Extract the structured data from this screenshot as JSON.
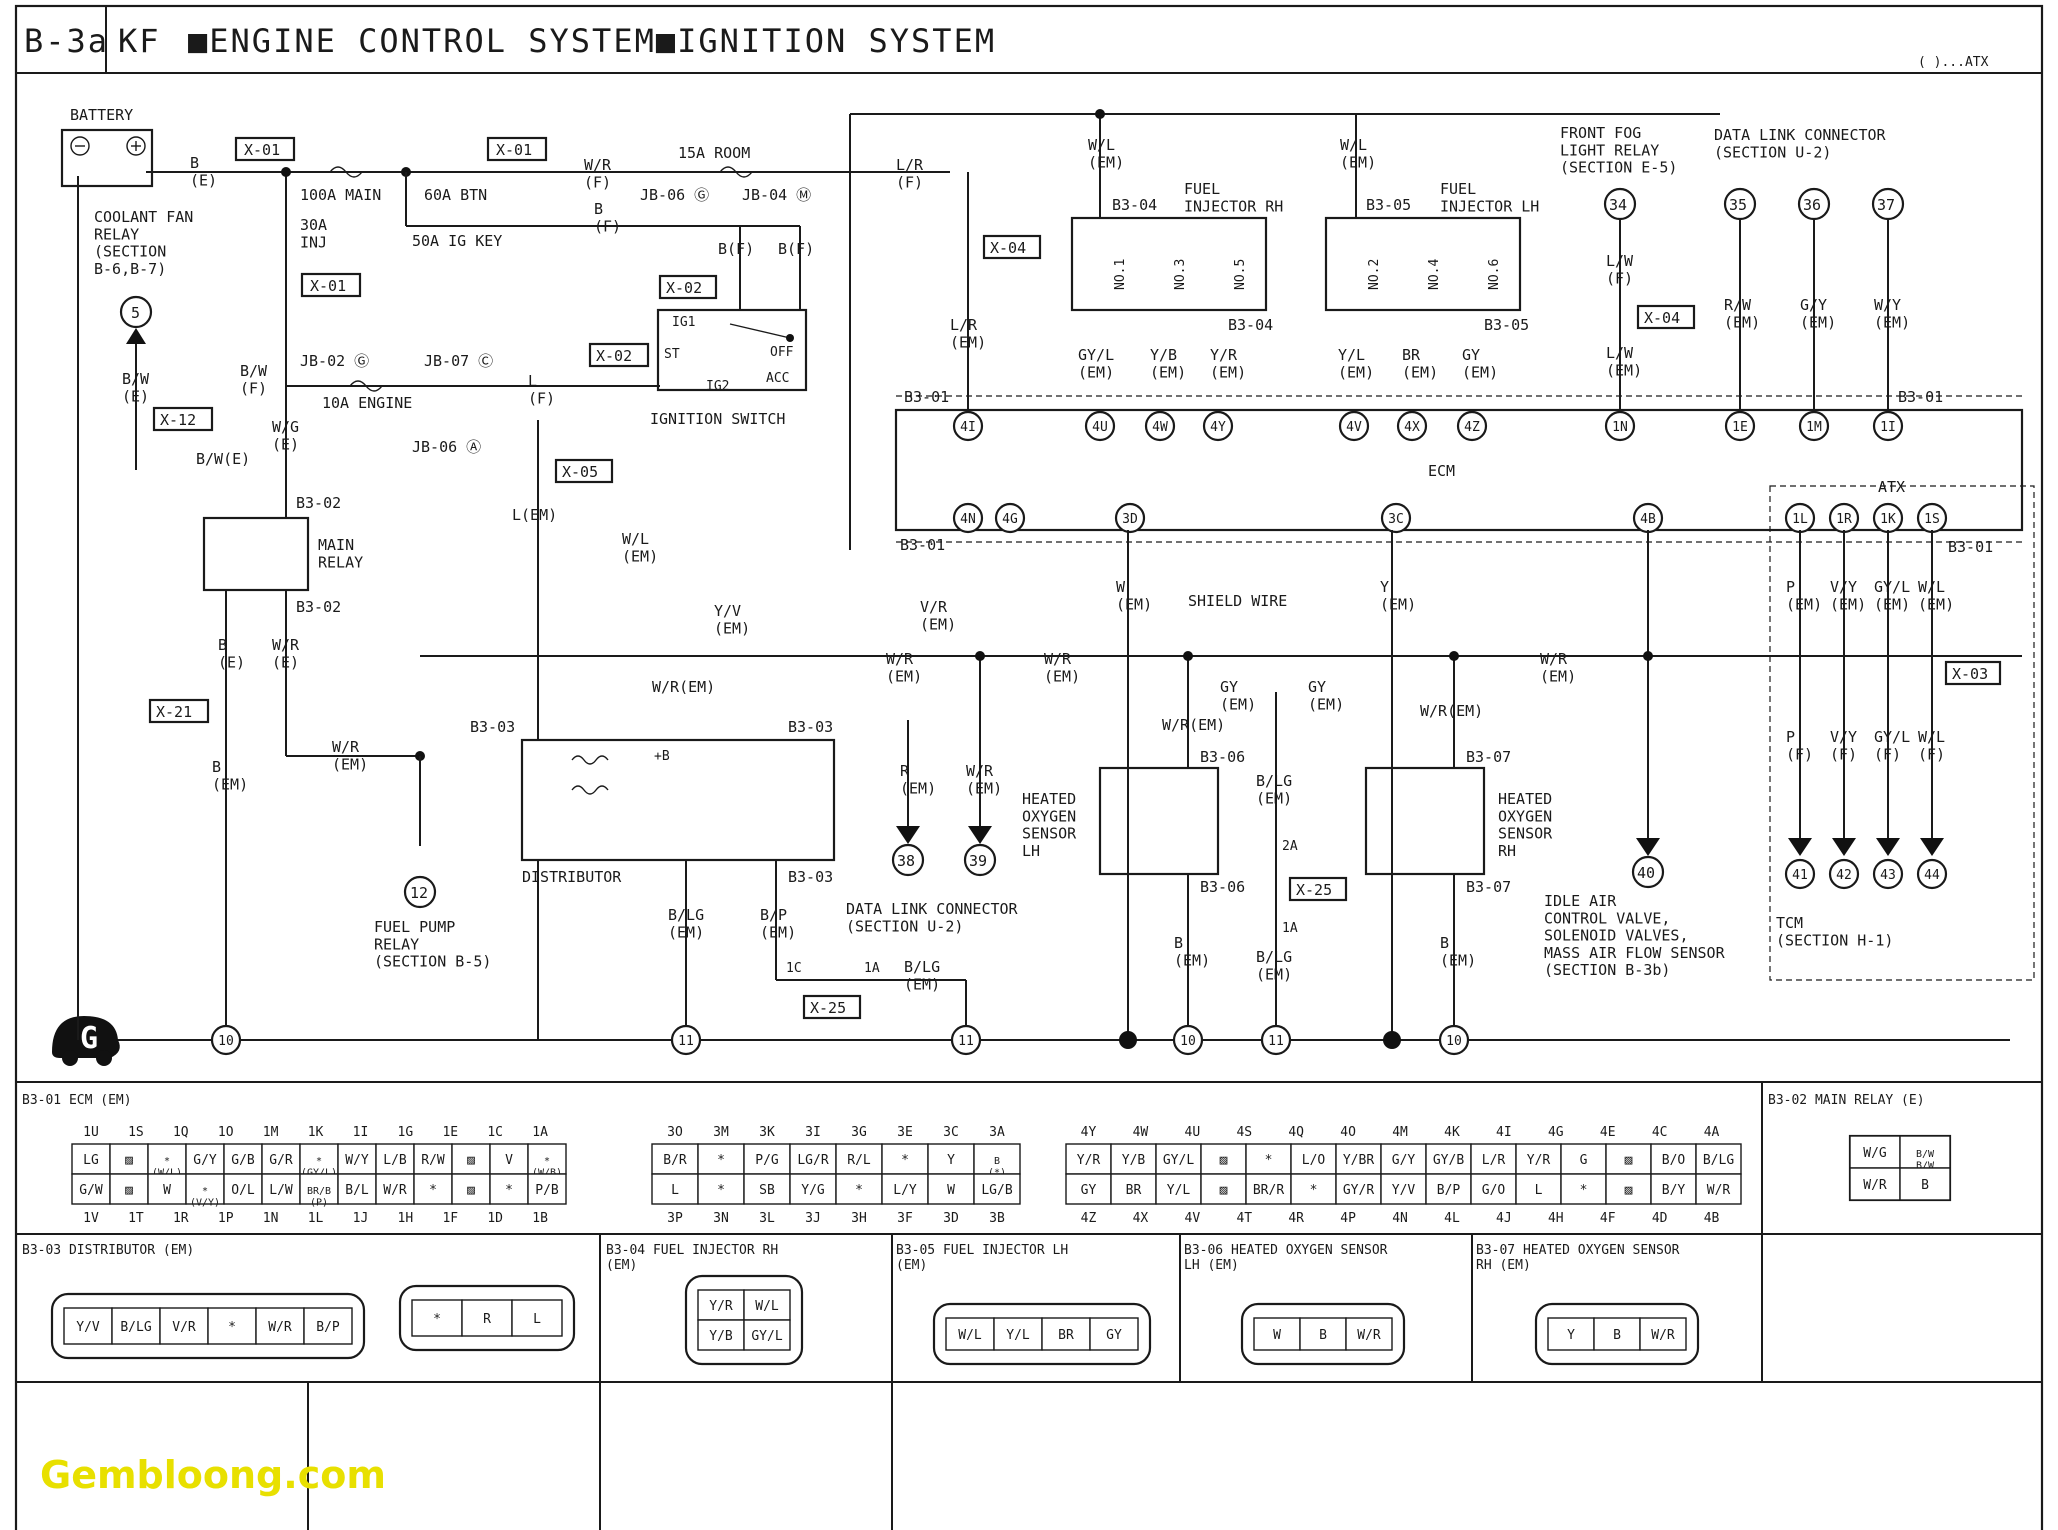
{
  "header": {
    "page_code": "B-3a",
    "model": "KF",
    "title": "■ENGINE CONTROL SYSTEM■IGNITION SYSTEM",
    "note": "( )...ATX"
  },
  "power": {
    "battery": "BATTERY",
    "b_e": "B\n(E)",
    "x01": "X-01",
    "fuse_100a": "100A MAIN",
    "fuse_30a": "30A\nINJ",
    "fuse_60a": "60A BTN",
    "fuse_50a": "50A IG KEY",
    "wr_f": "W/R\n(F)",
    "b_f": "B\n(F)",
    "fuse_15a": "15A ROOM",
    "jb06g": "JB-06 Ⓖ",
    "jb04m": "JB-04 Ⓜ",
    "lr_f": "L/R\n(F)",
    "bf1": "B(F)",
    "bf2": "B(F)",
    "x02": "X-02",
    "coolant": "COOLANT FAN\nRELAY\n(SECTION\nB-6,B-7)",
    "ignition_switch": "IGNITION SWITCH",
    "ig1": "IG1",
    "st": "ST",
    "ig2": "IG2",
    "off": "OFF",
    "acc": "ACC",
    "jb02g": "JB-02 Ⓖ",
    "jb07c": "JB-07 Ⓒ",
    "fuse_10a": "10A ENGINE",
    "jb06a": "JB-06 Ⓐ",
    "l_f": "L\n(F)",
    "x05": "X-05",
    "l_em": "L(EM)",
    "bw_e": "B/W\n(E)",
    "bw_f": "B/W\n(F)",
    "wg_e": "W/G\n(E)",
    "x12": "X-12",
    "bwe2": "B/W(E)",
    "main_relay": "MAIN\nRELAY",
    "b302": "B3-02",
    "b_e2": "B\n(E)",
    "wr_e": "W/R\n(E)",
    "x21": "X-21",
    "b_em": "B\n(EM)",
    "wr_em": "W/R\n(EM)",
    "fuel_pump": "FUEL PUMP\nRELAY\n(SECTION B-5)",
    "wl_em": "W/L\n(EM)"
  },
  "injectors": {
    "wl_em1": "W/L\n(EM)",
    "wl_em2": "W/L\n(EM)",
    "b304": "B3-04",
    "b305": "B3-05",
    "rh": "FUEL\nINJECTOR RH",
    "lh": "FUEL\nINJECTOR LH",
    "no1": "NO.1",
    "no3": "NO.3",
    "no5": "NO.5",
    "no2": "NO.2",
    "no4": "NO.4",
    "no6": "NO.6",
    "w_rh": [
      "GY/L\n(EM)",
      "Y/B\n(EM)",
      "Y/R\n(EM)"
    ],
    "w_lh": [
      "Y/L\n(EM)",
      "BR\n(EM)",
      "GY\n(EM)"
    ],
    "x04": "X-04",
    "lr_em": "L/R\n(EM)"
  },
  "ecm": {
    "label": "ECM",
    "b301": "B3-01",
    "top_pins": [
      "4I",
      "4U",
      "4W",
      "4Y",
      "4V",
      "4X",
      "4Z",
      "1N",
      "1E",
      "1M",
      "1I"
    ],
    "bottom_pins": [
      "4N",
      "4G",
      "3D",
      "3C",
      "4B",
      "1L",
      "1R",
      "1K",
      "1S"
    ],
    "atx": "ATX"
  },
  "right_top": {
    "front_fog": "FRONT FOG\nLIGHT RELAY\n(SECTION E-5)",
    "dlc": "DATA LINK CONNECTOR\n(SECTION U-2)",
    "lw_f": "L/W\n(F)",
    "lw_em": "L/W\n(EM)",
    "rw_em": "R/W\n(EM)",
    "gy_em": "G/Y\n(EM)",
    "wy_em": "W/Y\n(EM)"
  },
  "lower": {
    "distributor": "DISTRIBUTOR",
    "b303": "B3-03",
    "yv_em": "Y/V\n(EM)",
    "vr_em": "V/R\n(EM)",
    "wr_em_a": "W/R\n(EM)",
    "wrem_b": "W/R(EM)",
    "r_em": "R\n(EM)",
    "wr_em_c": "W/R\n(EM)",
    "dlc2": "DATA LINK CONNECTOR\n(SECTION U-2)",
    "blg_em": "B/LG\n(EM)",
    "bp_em": "B/P\n(EM)",
    "x25": "X-25",
    "c1": "1C",
    "a1": "1A",
    "blg_em2": "B/LG\n(EM)",
    "b_plus": "+B",
    "shield": "SHIELD WIRE",
    "w_em": "W\n(EM)",
    "y_em": "Y\n(EM)",
    "gy_em1": "GY\n(EM)",
    "gy_em2": "GY\n(EM)",
    "wrem_c": "W/R(EM)",
    "wrem_d": "W/R(EM)",
    "b306": "B3-06",
    "b307": "B3-07",
    "ho2_lh": "HEATED\nOXYGEN\nSENSOR\nLH",
    "ho2_rh": "HEATED\nOXYGEN\nSENSOR\nRH",
    "blg_em3": "B/LG\n(EM)",
    "a2": "2A",
    "a1b": "1A",
    "blg_em4": "B/LG\n(EM)",
    "b_em_l": "B\n(EM)",
    "b_em_r": "B\n(EM)",
    "wr_em_d": "W/R\n(EM)",
    "wr_em_e": "W/R\n(EM)",
    "idle": "IDLE AIR\nCONTROL VALVE,\nSOLENOID VALVES,\nMASS AIR FLOW SENSOR\n(SECTION B-3b)",
    "atx_w": [
      "P\n(EM)",
      "V/Y\n(EM)",
      "GY/L\n(EM)",
      "W/L\n(EM)"
    ],
    "atx_f": [
      "P\n(F)",
      "V/Y\n(F)",
      "GY/L\n(F)",
      "W/L\n(F)"
    ],
    "x03": "X-03",
    "tcm": "TCM\n(SECTION H-1)",
    "connectors": [
      "5",
      "34",
      "35",
      "36",
      "37",
      "12",
      "38",
      "39",
      "40",
      "41",
      "42",
      "43",
      "44"
    ],
    "grounds": [
      "10",
      "11",
      "11",
      "10",
      "11",
      "10"
    ]
  },
  "tables": {
    "b301_title": "B3-01  ECM (EM)",
    "b301_g1_top": [
      "1U",
      "1S",
      "1Q",
      "1O",
      "1M",
      "1K",
      "1I",
      "1G",
      "1E",
      "1C",
      "1A"
    ],
    "b301_g1_r1": [
      "LG",
      "▨",
      "*\n(W/L)",
      "G/Y",
      "G/B",
      "G/R",
      "*\n(GY/L)",
      "W/Y",
      "L/B",
      "R/W",
      "▨",
      "V",
      "*\n(W/B)"
    ],
    "b301_g1_r2": [
      "G/W",
      "▨",
      "W",
      "*\n(V/Y)",
      "O/L",
      "L/W",
      "BR/B\n(P)",
      "B/L",
      "W/R",
      "*",
      "▨",
      "*",
      "P/B"
    ],
    "b301_g1_bot": [
      "1V",
      "1T",
      "1R",
      "1P",
      "1N",
      "1L",
      "1J",
      "1H",
      "1F",
      "1D",
      "1B"
    ],
    "b301_g2_top": [
      "3O",
      "3M",
      "3K",
      "3I",
      "3G",
      "3E",
      "3C",
      "3A"
    ],
    "b301_g2_r1": [
      "B/R",
      "*",
      "P/G",
      "LG/R",
      "R/L",
      "*",
      "Y",
      "B\n(*)"
    ],
    "b301_g2_r2": [
      "L",
      "*",
      "SB",
      "Y/G",
      "*",
      "L/Y",
      "W",
      "LG/B"
    ],
    "b301_g2_bot": [
      "3P",
      "3N",
      "3L",
      "3J",
      "3H",
      "3F",
      "3D",
      "3B"
    ],
    "b301_g3_top": [
      "4Y",
      "4W",
      "4U",
      "4S",
      "4Q",
      "4O",
      "4M",
      "4K",
      "4I",
      "4G",
      "4E",
      "4C",
      "4A"
    ],
    "b301_g3_r1": [
      "Y/R",
      "Y/B",
      "GY/L",
      "▨",
      "*",
      "L/O",
      "Y/BR",
      "G/Y",
      "GY/B",
      "L/R",
      "Y/R",
      "G",
      "▨",
      "B/O",
      "B/LG"
    ],
    "b301_g3_r2": [
      "GY",
      "BR",
      "Y/L",
      "▨",
      "BR/R",
      "*",
      "GY/R",
      "Y/V",
      "B/P",
      "G/O",
      "L",
      "*",
      "▨",
      "B/Y",
      "W/R"
    ],
    "b301_g3_bot": [
      "4Z",
      "4X",
      "4V",
      "4T",
      "4R",
      "4P",
      "4N",
      "4L",
      "4J",
      "4H",
      "4F",
      "4D",
      "4B"
    ],
    "b302_title": "B3-02  MAIN RELAY (E)",
    "b302_cells": [
      "W/G",
      "B/W\nB/W",
      "W/R",
      "B"
    ],
    "b303_title": "B3-03  DISTRIBUTOR  (EM)",
    "b303_a": [
      "Y/V",
      "B/LG",
      "V/R",
      "*",
      "W/R",
      "B/P"
    ],
    "b303_b": [
      "*",
      "R",
      "L"
    ],
    "b304_title": "B3-04  FUEL INJECTOR RH\n(EM)",
    "b304_cells": [
      "Y/R",
      "W/L",
      "Y/B",
      "GY/L"
    ],
    "b305_title": "B3-05  FUEL INJECTOR LH\n(EM)",
    "b305_cells": [
      "W/L",
      "Y/L",
      "BR",
      "GY"
    ],
    "b306_title": "B3-06 HEATED OXYGEN SENSOR\nLH (EM)",
    "b306_cells": [
      "W",
      "B",
      "W/R"
    ],
    "b307_title": "B3-07 HEATED OXYGEN SENSOR\nRH (EM)",
    "b307_cells": [
      "Y",
      "B",
      "W/R"
    ]
  },
  "ground_symbol": "G",
  "watermark": "Gembloong.com"
}
